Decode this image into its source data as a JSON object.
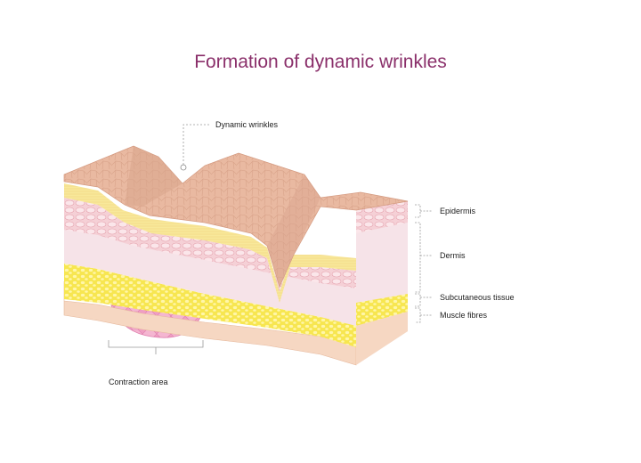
{
  "title": "Formation of dynamic wrinkles",
  "labels": {
    "wrinkles": "Dynamic wrinkles",
    "epidermis": "Epidermis",
    "dermis": "Dermis",
    "subcutaneous": "Subcutaneous tissue",
    "muscle": "Muscle fibres",
    "contraction": "Contraction area"
  },
  "colors": {
    "title": "#8a2f6a",
    "epidermis_top": "#e9b9a1",
    "epidermis_layer": "#f7dfc4",
    "yellow_band": "#f8e89a",
    "dermis_cells": "#f2bcc4",
    "dermis": "#f6e3e8",
    "subcutaneous": "#f5e53b",
    "muscle": "#f6d7c2",
    "contraction": "#ee9ec2"
  }
}
